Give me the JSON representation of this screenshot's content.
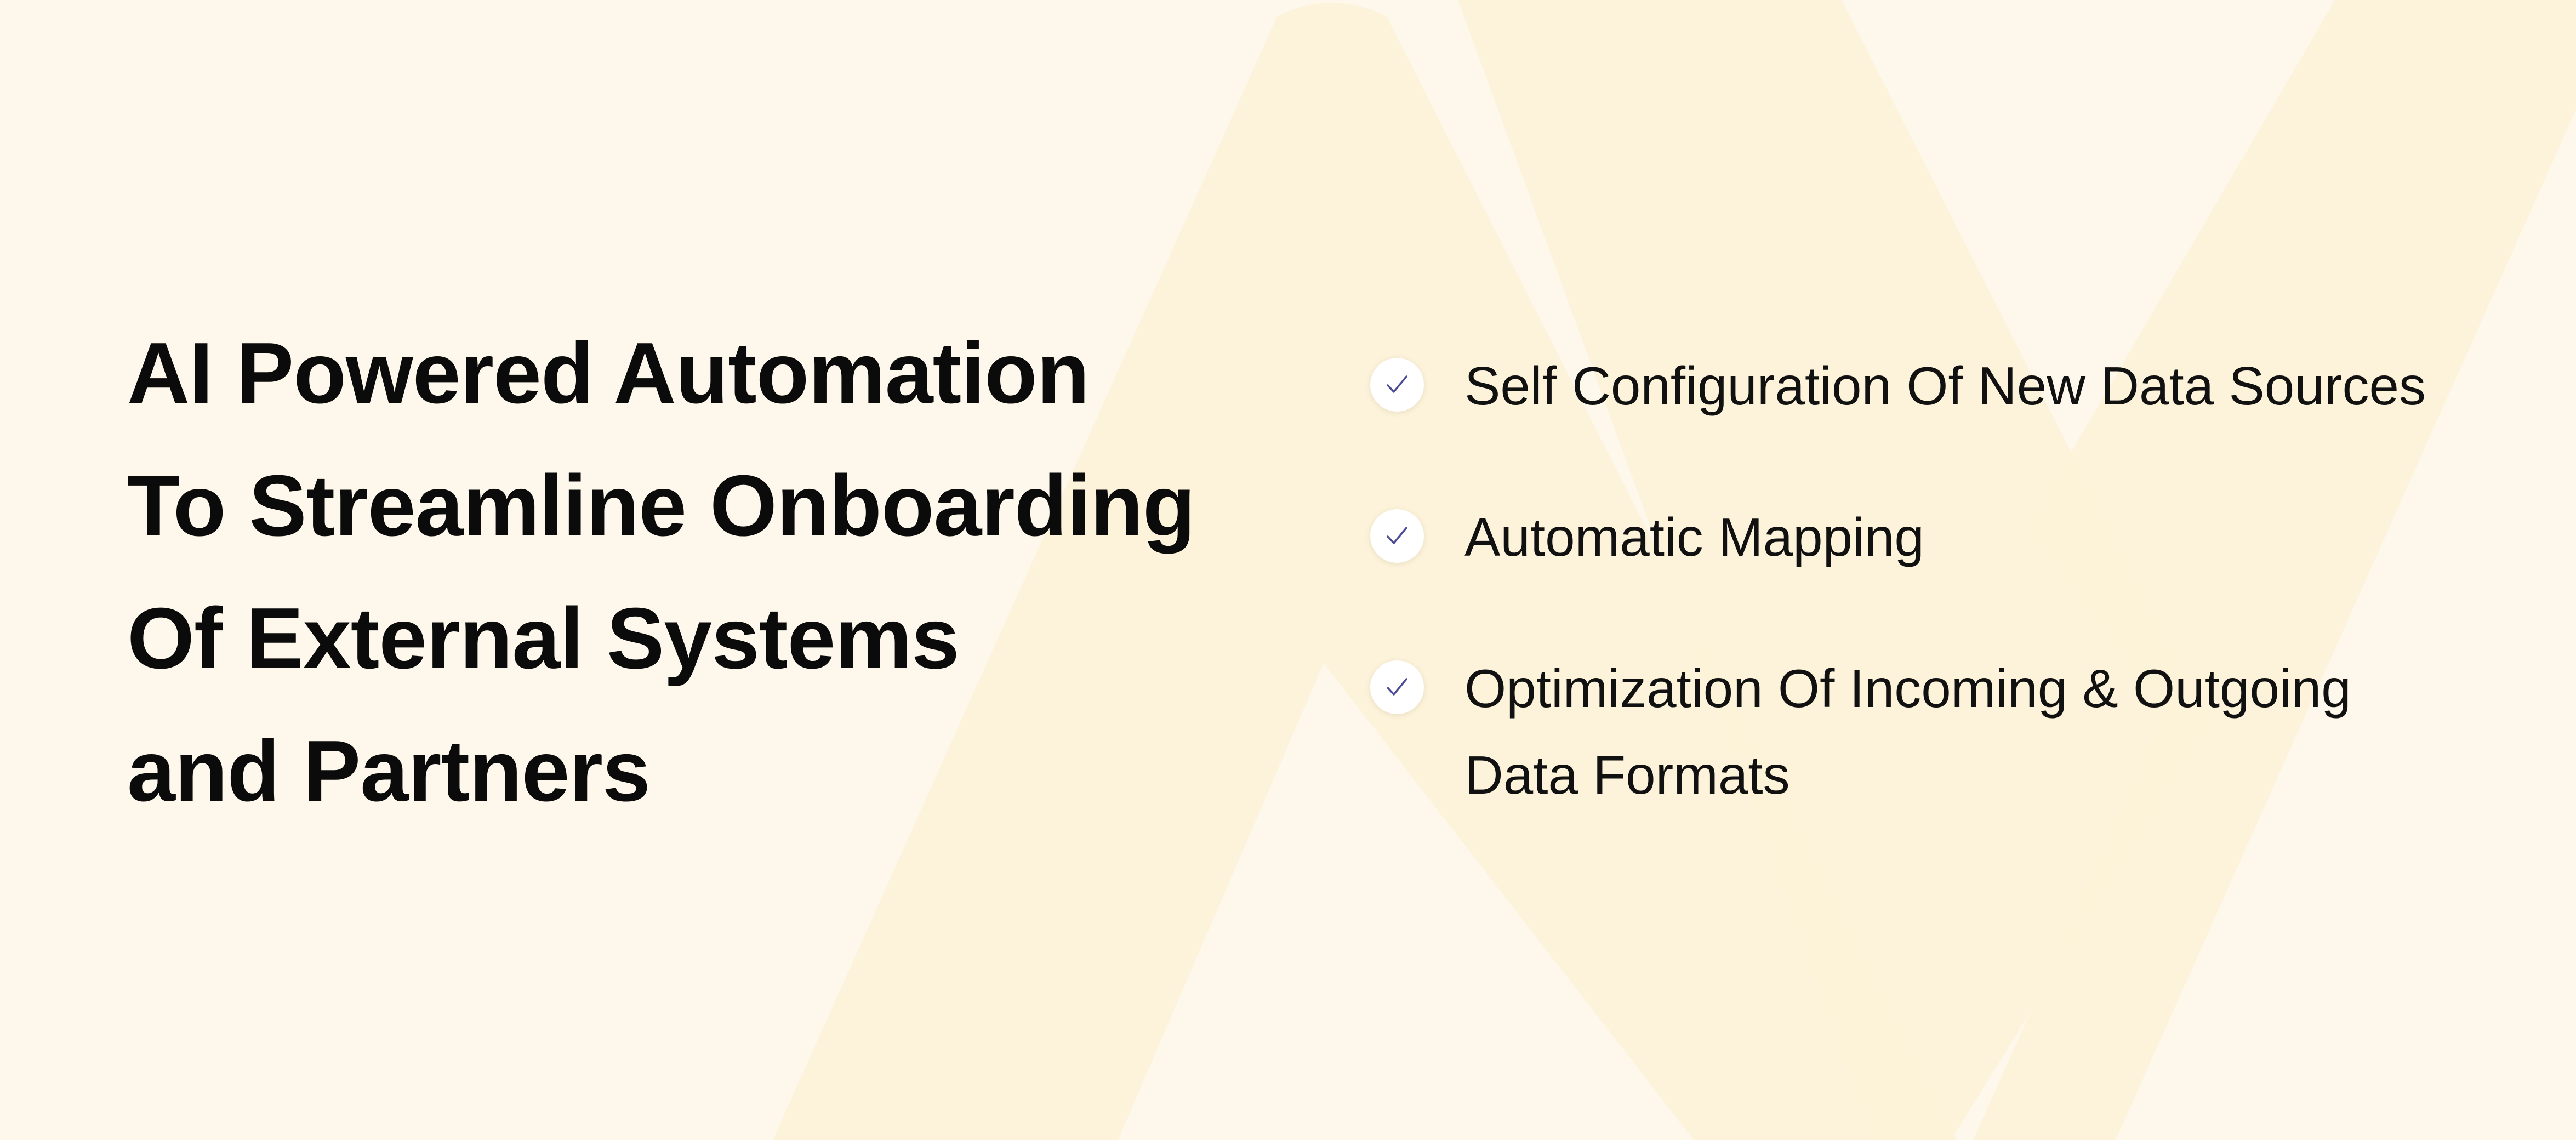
{
  "headline": {
    "lines": [
      "AI Powered Automation",
      "To Streamline Onboarding",
      "Of External Systems",
      "and Partners"
    ]
  },
  "features": {
    "items": [
      {
        "label": "Self Configuration Of New Data Sources",
        "icon": "check-icon"
      },
      {
        "label": "Automatic Mapping",
        "icon": "check-icon"
      },
      {
        "label": "Optimization Of Incoming & Outgoing Data Formats",
        "icon": "check-icon"
      }
    ]
  },
  "colors": {
    "background": "#fdf8eb",
    "watermark": "#fcf2d9",
    "text": "#0b0b0b",
    "check": "#4a4a96",
    "badge": "#ffffff"
  }
}
